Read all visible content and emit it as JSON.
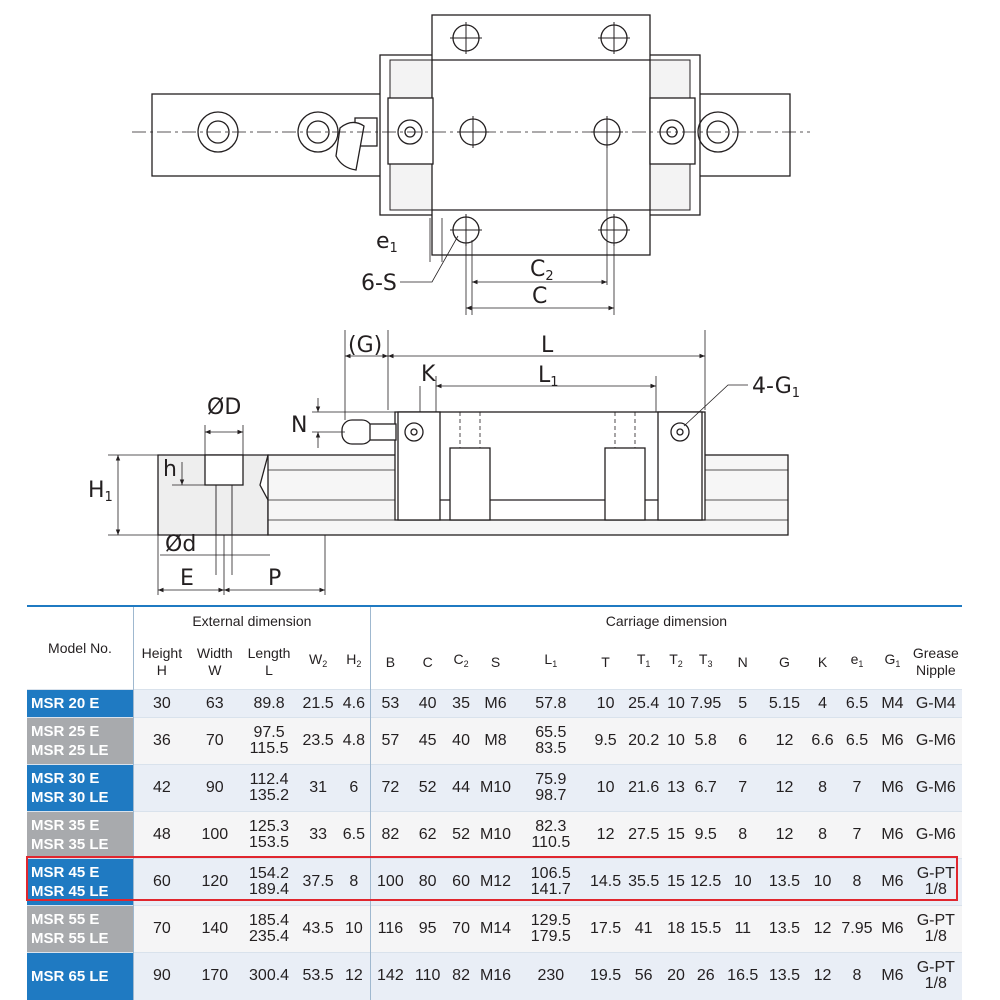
{
  "drawing": {
    "top_labels": {
      "e1": "e",
      "e1_sub": "1",
      "six_s": "6-S",
      "c2": "C",
      "c2_sub": "2",
      "c": "C"
    },
    "side_labels": {
      "g": "(G)",
      "l": "L",
      "l1": "L",
      "l1_sub": "1",
      "k": "K",
      "four_g1": "4-G",
      "four_g1_sub": "1",
      "od": "ØD",
      "n": "N",
      "h1": "H",
      "h1_sub": "1",
      "h": "h",
      "odd": "Ød",
      "e": "E",
      "p": "P"
    }
  },
  "table": {
    "header": {
      "model_no": "Model No.",
      "external_dimension": "External dimension",
      "carriage_dimension": "Carriage dimension",
      "columns": [
        {
          "main": "Height",
          "second": "H"
        },
        {
          "main": "Width",
          "second": "W"
        },
        {
          "main": "Length",
          "second": "L"
        },
        {
          "main": "W",
          "sub": "2"
        },
        {
          "main": "H",
          "sub": "2"
        },
        {
          "main": "B"
        },
        {
          "main": "C"
        },
        {
          "main": "C",
          "sub": "2"
        },
        {
          "main": "S"
        },
        {
          "main": "L",
          "sub": "1"
        },
        {
          "main": "T"
        },
        {
          "main": "T",
          "sub": "1"
        },
        {
          "main": "T",
          "sub": "2"
        },
        {
          "main": "T",
          "sub": "3"
        },
        {
          "main": "N"
        },
        {
          "main": "G"
        },
        {
          "main": "K"
        },
        {
          "main": "e",
          "sub": "1"
        },
        {
          "main": "G",
          "sub": "1"
        },
        {
          "main": "Grease",
          "second": "Nipple"
        }
      ]
    },
    "rows": [
      {
        "model": [
          "MSR 20 E"
        ],
        "style": "blue",
        "cells": [
          [
            "30"
          ],
          [
            "63"
          ],
          [
            "89.8"
          ],
          [
            "21.5"
          ],
          [
            "4.6"
          ],
          [
            "53"
          ],
          [
            "40"
          ],
          [
            "35"
          ],
          [
            "M6"
          ],
          [
            "57.8"
          ],
          [
            "10"
          ],
          [
            "25.4"
          ],
          [
            "10"
          ],
          [
            "7.95"
          ],
          [
            "5"
          ],
          [
            "5.15"
          ],
          [
            "4"
          ],
          [
            "6.5"
          ],
          [
            "M4"
          ],
          [
            "G-M4"
          ]
        ]
      },
      {
        "model": [
          "MSR 25 E",
          "MSR 25 LE"
        ],
        "style": "grey",
        "cells": [
          [
            "36"
          ],
          [
            "70"
          ],
          [
            "97.5",
            "115.5"
          ],
          [
            "23.5"
          ],
          [
            "4.8"
          ],
          [
            "57"
          ],
          [
            "45"
          ],
          [
            "40"
          ],
          [
            "M8"
          ],
          [
            "65.5",
            "83.5"
          ],
          [
            "9.5"
          ],
          [
            "20.2"
          ],
          [
            "10"
          ],
          [
            "5.8"
          ],
          [
            "6"
          ],
          [
            "12"
          ],
          [
            "6.6"
          ],
          [
            "6.5"
          ],
          [
            "M6"
          ],
          [
            "G-M6"
          ]
        ]
      },
      {
        "model": [
          "MSR 30 E",
          "MSR 30 LE"
        ],
        "style": "blue",
        "cells": [
          [
            "42"
          ],
          [
            "90"
          ],
          [
            "112.4",
            "135.2"
          ],
          [
            "31"
          ],
          [
            "6"
          ],
          [
            "72"
          ],
          [
            "52"
          ],
          [
            "44"
          ],
          [
            "M10"
          ],
          [
            "75.9",
            "98.7"
          ],
          [
            "10"
          ],
          [
            "21.6"
          ],
          [
            "13"
          ],
          [
            "6.7"
          ],
          [
            "7"
          ],
          [
            "12"
          ],
          [
            "8"
          ],
          [
            "7"
          ],
          [
            "M6"
          ],
          [
            "G-M6"
          ]
        ]
      },
      {
        "model": [
          "MSR 35 E",
          "MSR 35 LE"
        ],
        "style": "grey",
        "cells": [
          [
            "48"
          ],
          [
            "100"
          ],
          [
            "125.3",
            "153.5"
          ],
          [
            "33"
          ],
          [
            "6.5"
          ],
          [
            "82"
          ],
          [
            "62"
          ],
          [
            "52"
          ],
          [
            "M10"
          ],
          [
            "82.3",
            "110.5"
          ],
          [
            "12"
          ],
          [
            "27.5"
          ],
          [
            "15"
          ],
          [
            "9.5"
          ],
          [
            "8"
          ],
          [
            "12"
          ],
          [
            "8"
          ],
          [
            "7"
          ],
          [
            "M6"
          ],
          [
            "G-M6"
          ]
        ]
      },
      {
        "model": [
          "MSR 45 E",
          "MSR 45 LE"
        ],
        "style": "blue",
        "cells": [
          [
            "60"
          ],
          [
            "120"
          ],
          [
            "154.2",
            "189.4"
          ],
          [
            "37.5"
          ],
          [
            "8"
          ],
          [
            "100"
          ],
          [
            "80"
          ],
          [
            "60"
          ],
          [
            "M12"
          ],
          [
            "106.5",
            "141.7"
          ],
          [
            "14.5"
          ],
          [
            "35.5"
          ],
          [
            "15"
          ],
          [
            "12.5"
          ],
          [
            "10"
          ],
          [
            "13.5"
          ],
          [
            "10"
          ],
          [
            "8"
          ],
          [
            "M6"
          ],
          [
            "G-PT",
            "1/8"
          ]
        ]
      },
      {
        "model": [
          "MSR 55 E",
          "MSR 55 LE"
        ],
        "style": "grey",
        "cells": [
          [
            "70"
          ],
          [
            "140"
          ],
          [
            "185.4",
            "235.4"
          ],
          [
            "43.5"
          ],
          [
            "10"
          ],
          [
            "116"
          ],
          [
            "95"
          ],
          [
            "70"
          ],
          [
            "M14"
          ],
          [
            "129.5",
            "179.5"
          ],
          [
            "17.5"
          ],
          [
            "41"
          ],
          [
            "18"
          ],
          [
            "15.5"
          ],
          [
            "11"
          ],
          [
            "13.5"
          ],
          [
            "12"
          ],
          [
            "7.95"
          ],
          [
            "M6"
          ],
          [
            "G-PT",
            "1/8"
          ]
        ]
      },
      {
        "model": [
          "MSR 65 LE"
        ],
        "style": "blue",
        "cells": [
          [
            "90"
          ],
          [
            "170"
          ],
          [
            "300.4"
          ],
          [
            "53.5"
          ],
          [
            "12"
          ],
          [
            "142"
          ],
          [
            "110"
          ],
          [
            "82"
          ],
          [
            "M16"
          ],
          [
            "230"
          ],
          [
            "19.5"
          ],
          [
            "56"
          ],
          [
            "20"
          ],
          [
            "26"
          ],
          [
            "16.5"
          ],
          [
            "13.5"
          ],
          [
            "12"
          ],
          [
            "8"
          ],
          [
            "M6"
          ],
          [
            "G-PT",
            "1/8"
          ]
        ]
      }
    ],
    "highlight_color": "#e0262e",
    "accent_color": "#1f7ac2",
    "grey_color": "#a8aaad"
  }
}
